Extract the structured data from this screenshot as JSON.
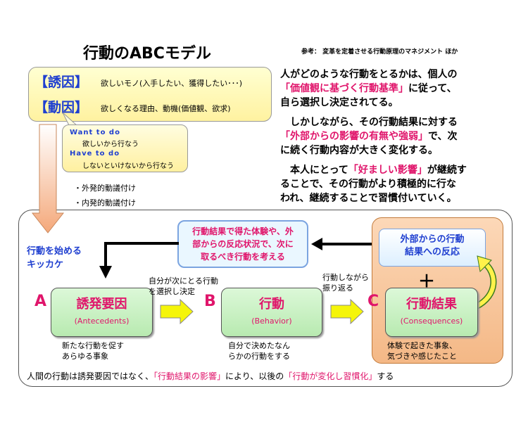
{
  "header": {
    "title": "行動のABCモデル",
    "reference": "参考： 変革を定着させる行動原理のマネジメント ほか"
  },
  "factors": {
    "yuin_label": "【誘因】",
    "yuin_desc": "欲しいモノ(入手したい、獲得したい･･･)",
    "douin_label": "【動因】",
    "douin_desc": "欲しくなる理由、動機(価値観、欲求)"
  },
  "bubble": {
    "want_en": "Want to do",
    "want_jp": "欲しいから行なう",
    "have_en": "Have to do",
    "have_jp": "しないといけないから行なう"
  },
  "motivation": {
    "external": "・外発的動議付け",
    "internal": "・内発的動議付け"
  },
  "paragraph": {
    "p1_l1": "人がどのような行動をとるかは、個人の",
    "p1_l2_hl": "「価値観に基づく行動基準」",
    "p1_l2_rest": "に従って、",
    "p1_l3": "自ら選択し決定されてる。",
    "p2_l1": "　しかしながら、その行動結果に対する",
    "p2_l2_hl": "「外部からの影響の有無や強弱」",
    "p2_l2_rest": "で、次",
    "p2_l3": "に続く行動内容が大きく変化する。",
    "p3_l1_a": "　本人にとって",
    "p3_l1_hl": "「好ましい影響」",
    "p3_l1_b": "が継続す",
    "p3_l2": "ることで、その行動がより積極的に行な",
    "p3_l3": "われ、継続することで習慣付いていく。"
  },
  "diagram": {
    "trigger_l1": "行動を始める",
    "trigger_l2": "キッカケ",
    "feedback_box": [
      "行動結果で得た体験や、外",
      "部からの反応状況で、次に",
      "取るべき行動を考える"
    ],
    "external_box": [
      "外部からの行動",
      "結果への反応"
    ],
    "plus": "＋",
    "choice_label": [
      "自分が次にとる行動",
      "を選択し決定"
    ],
    "reflect_label": [
      "行動しながら",
      "振り返る"
    ],
    "a": {
      "letter": "A",
      "title": "誘発要因",
      "sub": "(Antecedents)",
      "desc": [
        "新たな行動を促す",
        "あらゆる事象"
      ]
    },
    "b": {
      "letter": "B",
      "title": "行動",
      "sub": "(Behavior)",
      "desc": [
        "自分で決めたなん",
        "らかの行動をする"
      ]
    },
    "c": {
      "letter": "C",
      "title": "行動結果",
      "sub": "(Consequences)",
      "desc": [
        "体験で起きた事象、",
        "気づきや感じたこと"
      ]
    }
  },
  "footer": {
    "s1": "人間の行動は誘発要因ではなく、",
    "hl1": "「行動結果の影響」",
    "s2": "により、以後の",
    "hl2": "「行動が変化し習慣化」",
    "s3": "する"
  },
  "colors": {
    "accent_blue": "#1f3fd0",
    "accent_red": "#e0156b",
    "arrow_yellow": "#f5f50a",
    "panel_orange": "#f4b886"
  }
}
